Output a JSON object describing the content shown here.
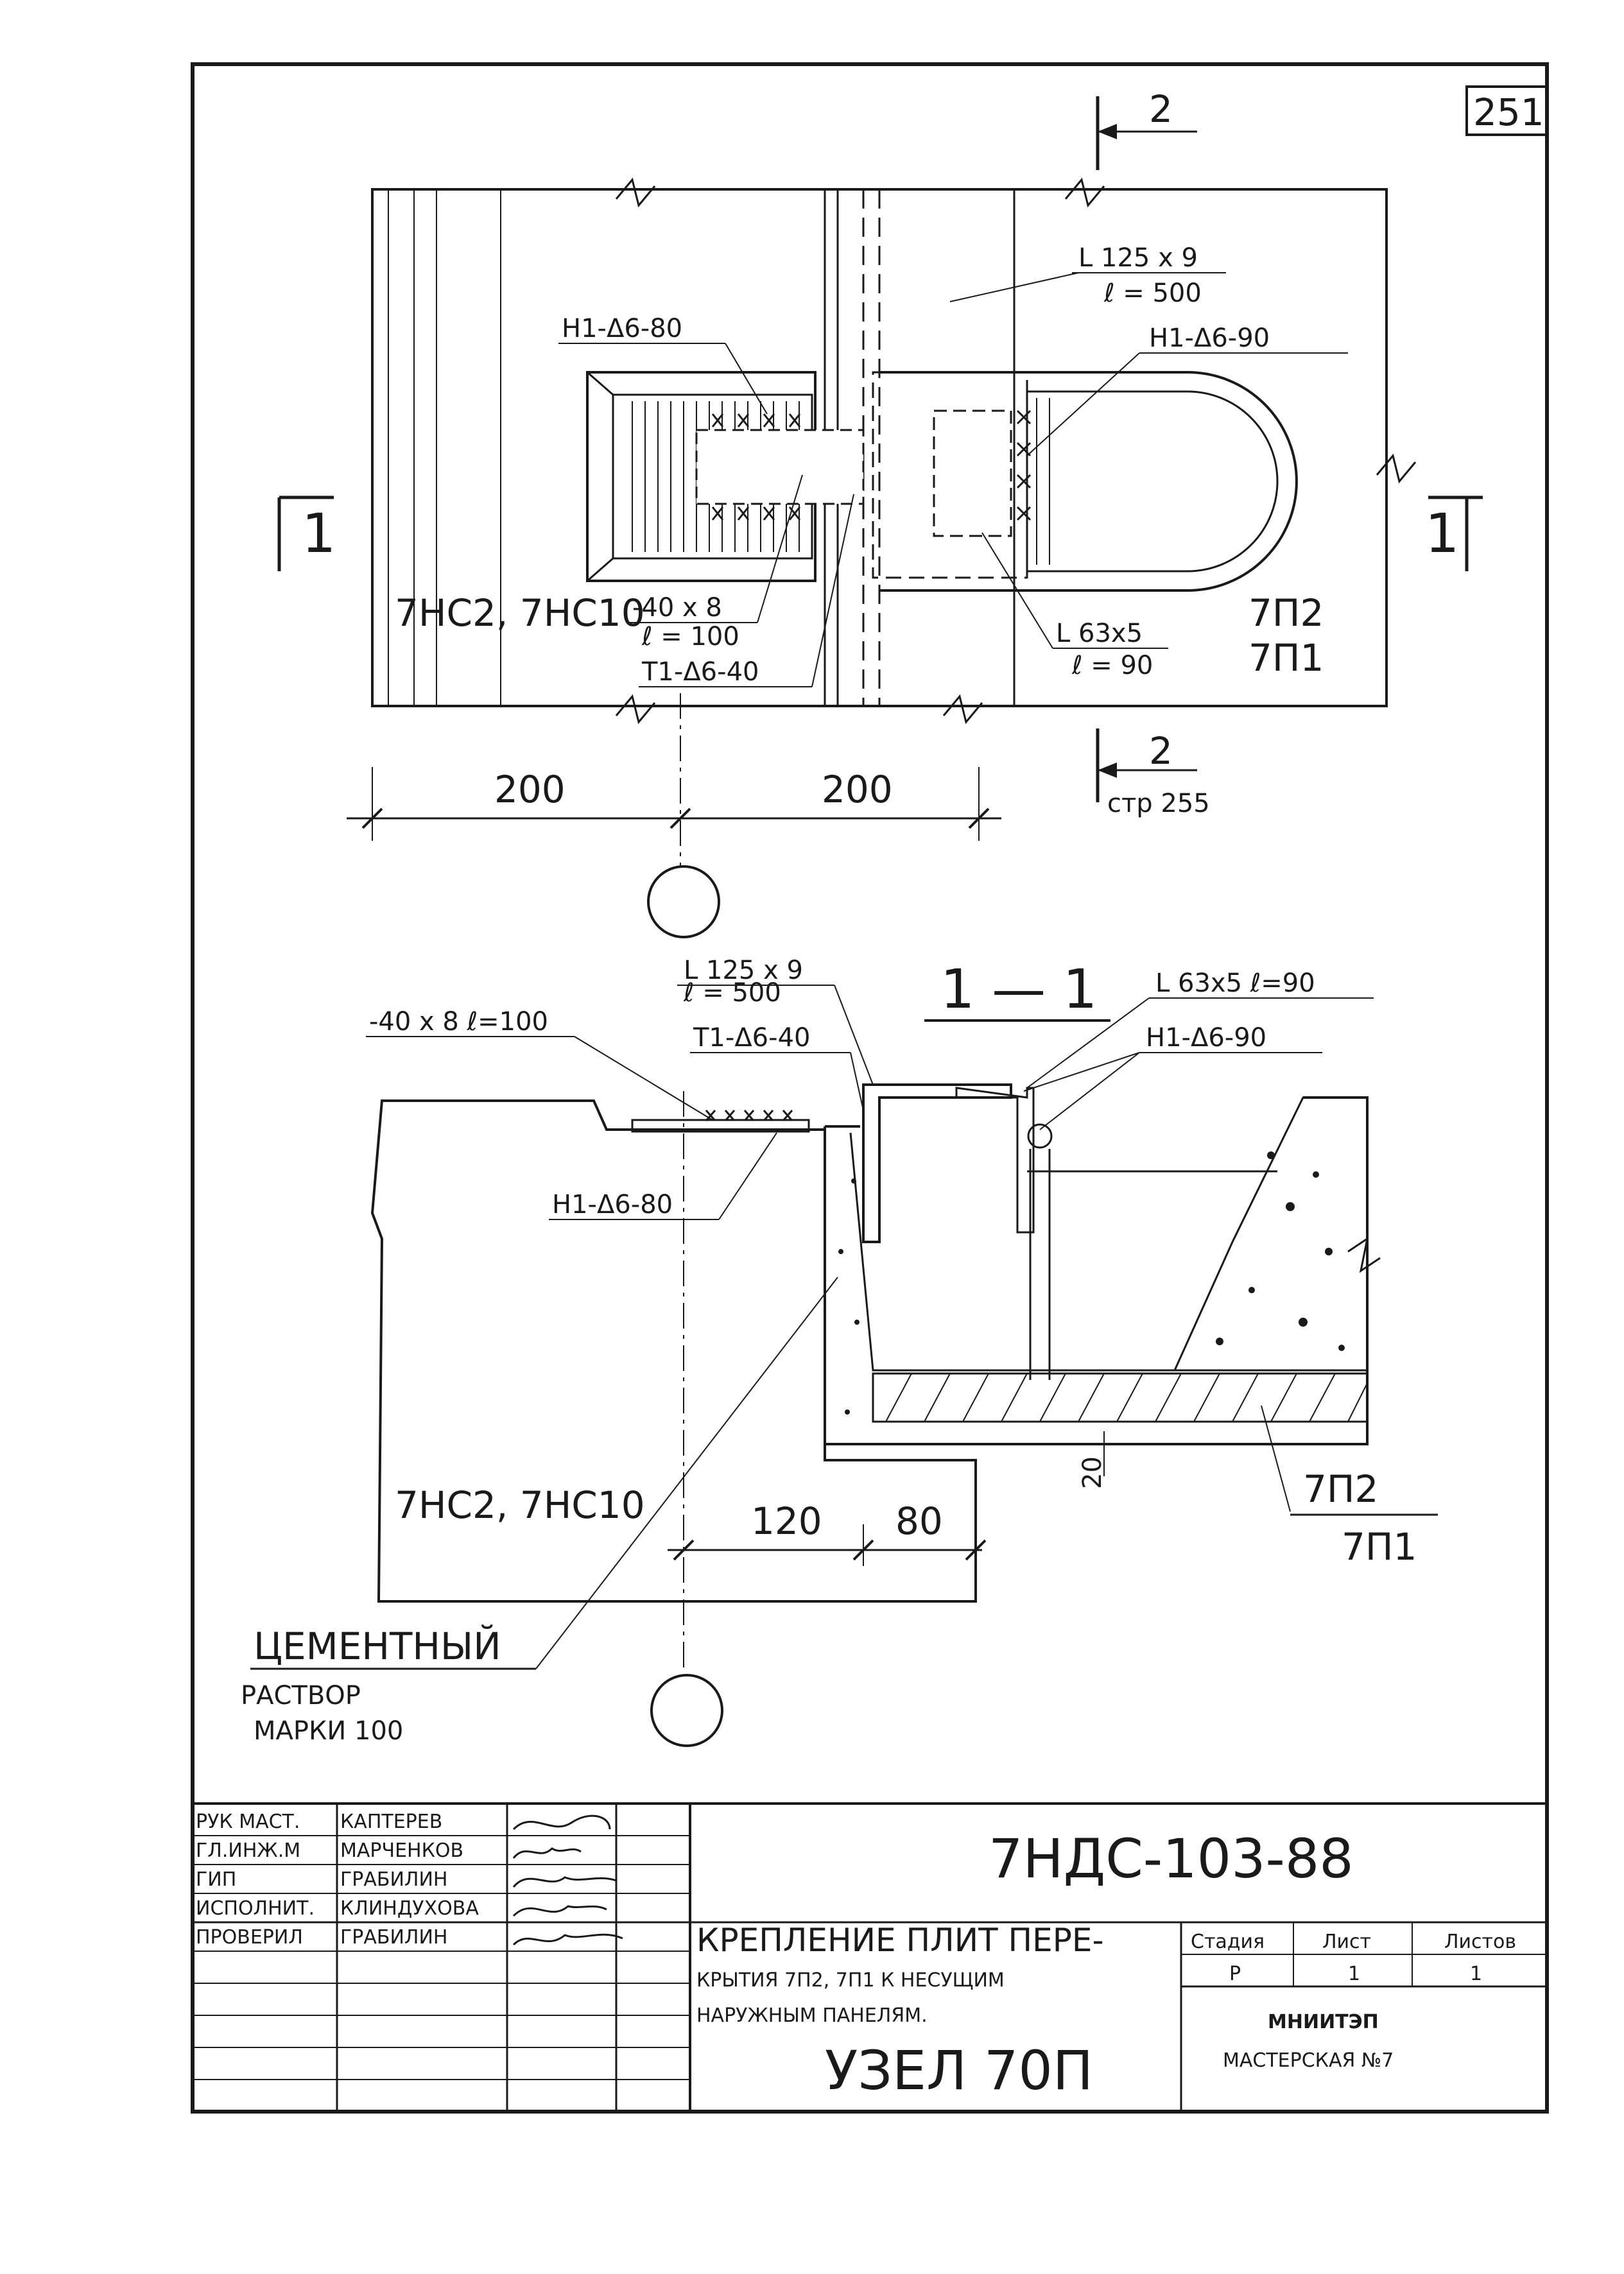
{
  "sheet": {
    "page_number": "251"
  },
  "plan": {
    "section_mark_left": "1",
    "section_mark_right": "1",
    "section_mark_top": "2",
    "section_mark_bottom": "2",
    "page_ref": "стр 255",
    "angle_top": "L 125 x 9",
    "angle_top_len": "ℓ = 500",
    "weld_left": "Н1-Δ6-80",
    "weld_right": "Н1-Δ6-90",
    "panel_label": "7НС2, 7НС10",
    "strip": "-40 x 8",
    "strip_len": "ℓ = 100",
    "weld_t": "Т1-Δ6-40",
    "angle_small": "L 63x5",
    "angle_small_len": "ℓ = 90",
    "slab_a": "7П2",
    "slab_b": "7П1",
    "dim_left": "200",
    "dim_right": "200"
  },
  "section": {
    "title": "1 — 1",
    "angle_top": "L 125 x 9",
    "angle_top_len": "ℓ = 500",
    "angle_small": "L 63x5  ℓ=90",
    "strip": "-40 x 8  ℓ=100",
    "weld_t": "Т1-Δ6-40",
    "weld_right": "Н1-Δ6-90",
    "weld_left": "Н1-Δ6-80",
    "panel_label": "7НС2, 7НС10",
    "dim_120": "120",
    "dim_80": "80",
    "dim_20": "20",
    "slab_a": "7П2",
    "slab_b": "7П1",
    "mortar_1": "ЦЕМЕНТНЫЙ",
    "mortar_2": "РАСТВОР",
    "mortar_3": "МАРКИ 100"
  },
  "title_block": {
    "roles": [
      "РУК МАСТ.",
      "ГЛ.ИНЖ.М",
      "ГИП",
      "ИСПОЛНИТ.",
      "ПРОВЕРИЛ"
    ],
    "names": [
      "КАПТЕРЕВ",
      "МАРЧЕНКОВ",
      "ГРАБИЛИН",
      "КЛИНДУХОВА",
      "ГРАБИЛИН"
    ],
    "doc_code": "7НДС-103-88",
    "desc_1": "КРЕПЛЕНИЕ ПЛИТ ПЕРЕ-",
    "desc_2": "КРЫТИЯ 7П2, 7П1 К НЕСУЩИМ",
    "desc_3": "НАРУЖНЫМ ПАНЕЛЯМ.",
    "node": "УЗЕЛ 70П",
    "h_stage": "Стадия",
    "h_sheet": "Лист",
    "h_sheets": "Листов",
    "v_stage": "Р",
    "v_sheet": "1",
    "v_sheets": "1",
    "org_1": "МНИИТЭП",
    "org_2": "МАСТЕРСКАЯ №7"
  }
}
